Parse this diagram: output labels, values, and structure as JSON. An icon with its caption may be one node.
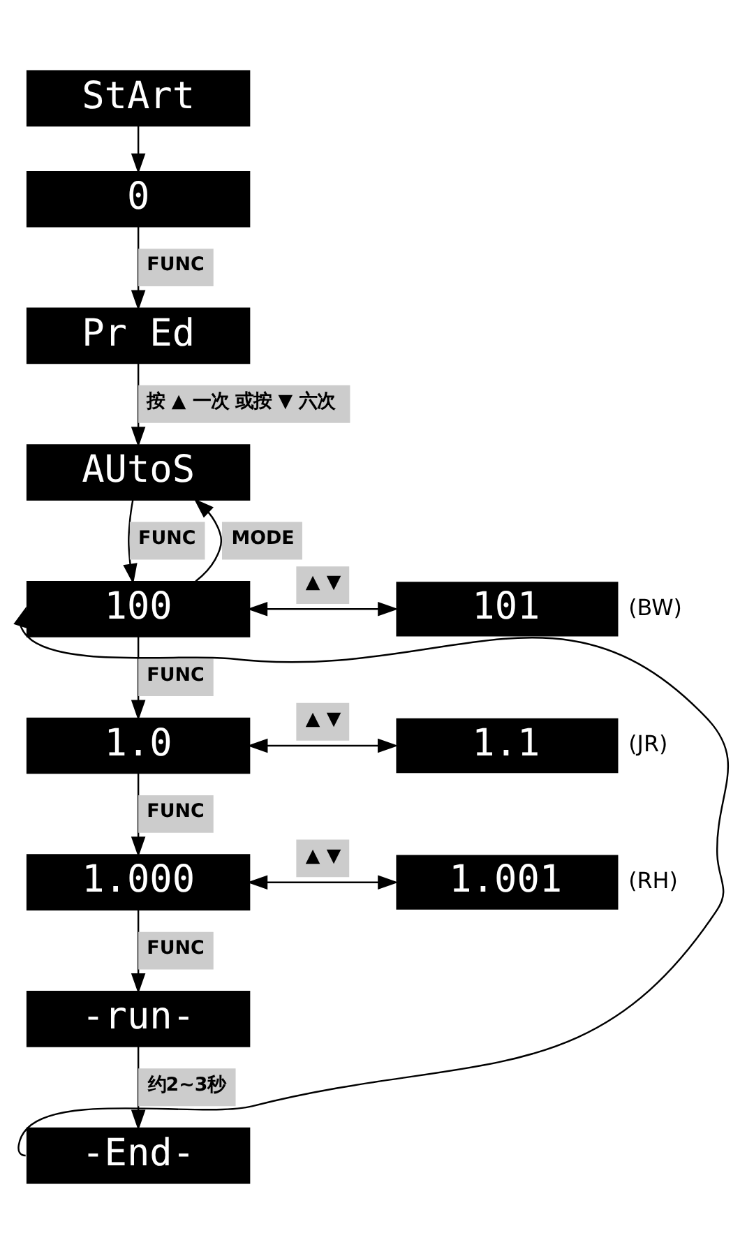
{
  "diagram": {
    "nodes": [
      {
        "text": [
          "StArt"
        ]
      },
      {
        "text": [
          "0"
        ]
      },
      {
        "text": [
          "Pr Ed"
        ]
      },
      {
        "text": [
          "AUtoS"
        ]
      },
      {
        "text": [
          "100"
        ]
      },
      {
        "text": [
          "101"
        ],
        "beside": [
          "(BW)"
        ]
      },
      {
        "text": [
          "1.0"
        ]
      },
      {
        "text": [
          "1.1"
        ],
        "beside": [
          "(JR)"
        ]
      },
      {
        "text": [
          "1.000"
        ]
      },
      {
        "text": [
          "1.001"
        ],
        "beside": [
          "(RH)"
        ]
      },
      {
        "text": [
          "-run-"
        ]
      },
      {
        "text": [
          "-End-"
        ]
      }
    ],
    "edges": [
      {
        "from": 0,
        "to": 1,
        "arrow": "to"
      },
      {
        "from": 1,
        "to": 2,
        "arrow": "to",
        "label": "FUNC"
      },
      {
        "from": 2,
        "to": 3,
        "arrow": "to",
        "label": "按 ▲ 一次 或按 ▼ 六次"
      },
      {
        "from": 3,
        "to": 4,
        "arrow": "to",
        "label": "FUNC"
      },
      {
        "from": 4,
        "to": 3,
        "arrow": "to",
        "label": "MODE"
      },
      {
        "from": 4,
        "to": 5,
        "arrow": "both",
        "label": "▲ ▼"
      },
      {
        "from": 4,
        "to": 6,
        "arrow": "to",
        "label": "FUNC"
      },
      {
        "from": 6,
        "to": 7,
        "arrow": "both",
        "label": "▲ ▼"
      },
      {
        "from": 6,
        "to": 8,
        "arrow": "to",
        "label": "FUNC"
      },
      {
        "from": 8,
        "to": 9,
        "arrow": "both",
        "label": "▲ ▼"
      },
      {
        "from": 8,
        "to": 10,
        "arrow": "to",
        "label": "FUNC"
      },
      {
        "from": 10,
        "to": 11,
        "arrow": "to",
        "label": "约2~3秒"
      },
      {
        "from": 11,
        "to": 4,
        "arrow": "to"
      }
    ]
  }
}
